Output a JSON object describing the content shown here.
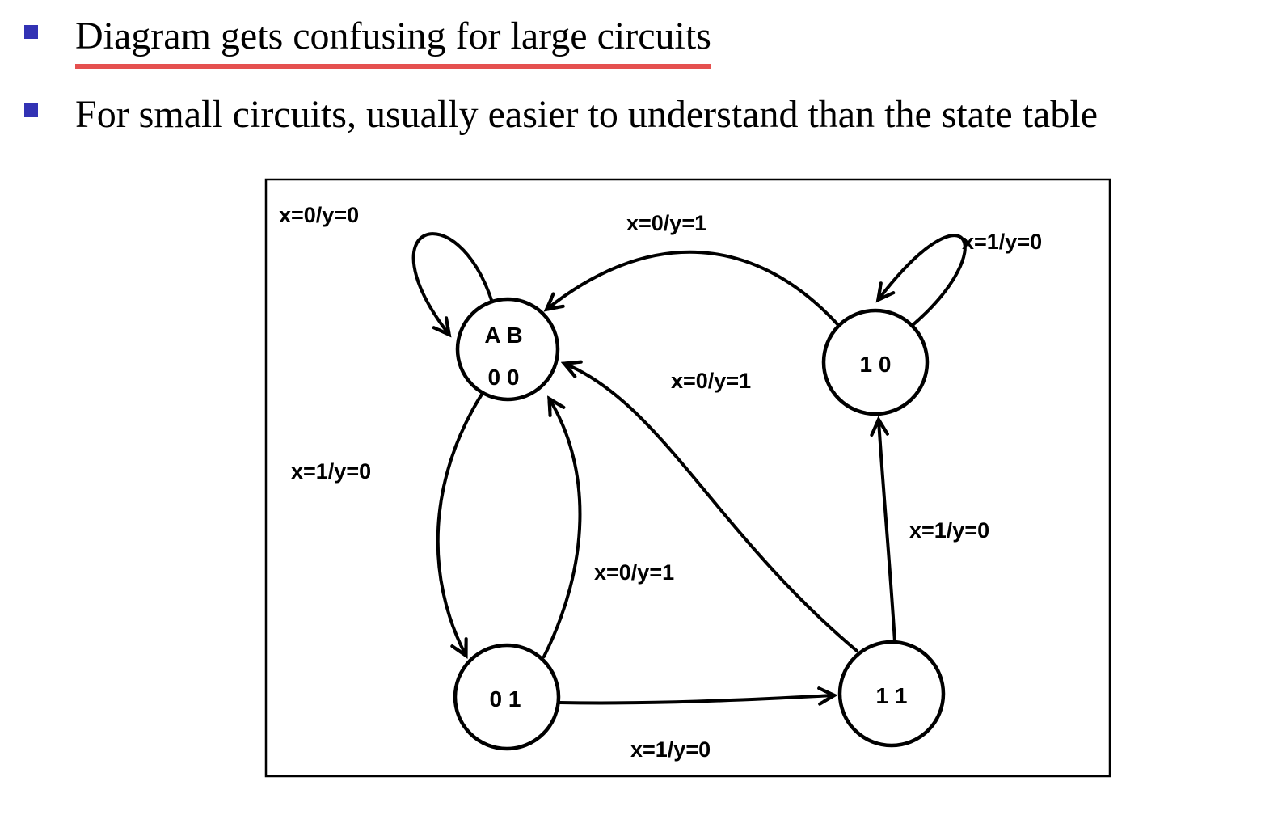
{
  "colors": {
    "bullet": "#3232b4",
    "underline": "#e5504f",
    "diagram_stroke": "#000000"
  },
  "slide": {
    "bullets": [
      {
        "text": "Diagram gets confusing for large circuits",
        "underlined": true
      },
      {
        "text": "For small circuits, usually easier to understand than the state table",
        "underlined": false
      }
    ]
  },
  "diagram": {
    "states": [
      {
        "id": "00",
        "line1": "A B",
        "line2": "0 0"
      },
      {
        "id": "10",
        "line1": "1 0"
      },
      {
        "id": "01",
        "line1": "0 1"
      },
      {
        "id": "11",
        "line1": "1 1"
      }
    ],
    "edges": [
      {
        "from": "00",
        "to": "00",
        "label": "x=0/y=0"
      },
      {
        "from": "10",
        "to": "00",
        "label": "x=0/y=1"
      },
      {
        "from": "10",
        "to": "10",
        "label": "x=1/y=0"
      },
      {
        "from": "00",
        "to": "01",
        "label": "x=1/y=0"
      },
      {
        "from": "01",
        "to": "00",
        "label": "x=0/y=1"
      },
      {
        "from": "11",
        "to": "00",
        "label": "x=0/y=1"
      },
      {
        "from": "11",
        "to": "10",
        "label": "x=1/y=0"
      },
      {
        "from": "01",
        "to": "11",
        "label": "x=1/y=0"
      }
    ]
  }
}
